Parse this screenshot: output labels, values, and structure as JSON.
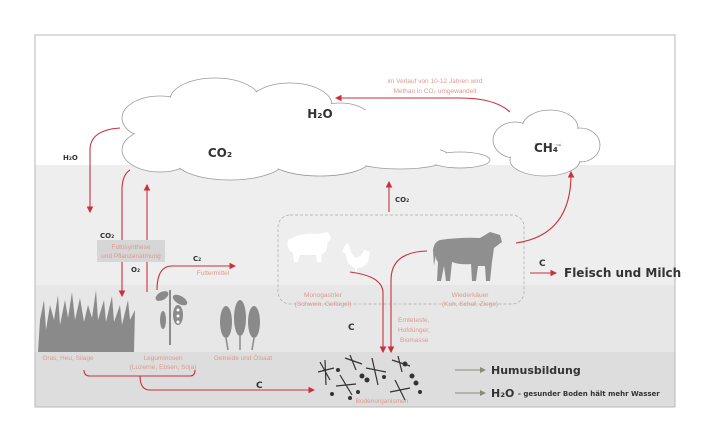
{
  "clouds": {
    "h2o": "H₂O",
    "co2": "CO₂",
    "ch4": "CH₄"
  },
  "methane_note": [
    "im Verlauf von 10-12 Jahren wird",
    "Methan in CO₂ umgewandelt"
  ],
  "labels": {
    "h2o_rain": "H₂O",
    "co2_plants": "CO₂",
    "o2": "O₂",
    "c2": "C₂",
    "co2_animals": "CO₂",
    "c_middle": "C",
    "c_bottom": "C",
    "c_products": "C"
  },
  "photosynthesis": [
    "Fotosynthese",
    "und Pflanzenatmung"
  ],
  "feed": "Futtermittel",
  "plants": {
    "grass": "Gras, Heu, Silage",
    "legumes": [
      "Leguminosen",
      "(Luzerne, Ebsen, Soja)"
    ],
    "grain": "Getreide und Ölsaat"
  },
  "animals": {
    "monogastric": [
      "Monogastrier",
      "(Schwein, Geflügel)"
    ],
    "ruminants": [
      "Wiederkäuer",
      "(Kuh, Schaf, Ziege)"
    ]
  },
  "residues": [
    "Ernteteste,",
    "Hofdünger,",
    "Biomasse"
  ],
  "soil_organisms": "Bodenorganismen",
  "products": "Fleisch und Milch",
  "legend": {
    "humus": "Humusbildung",
    "water_symbol": "H₂O",
    "water_text": "- gesunder Boden hält mehr Wasser"
  },
  "colors": {
    "arrow": "#c8323c",
    "text_pink": "#dc9a92",
    "silhouette": "#8a8a8a"
  }
}
